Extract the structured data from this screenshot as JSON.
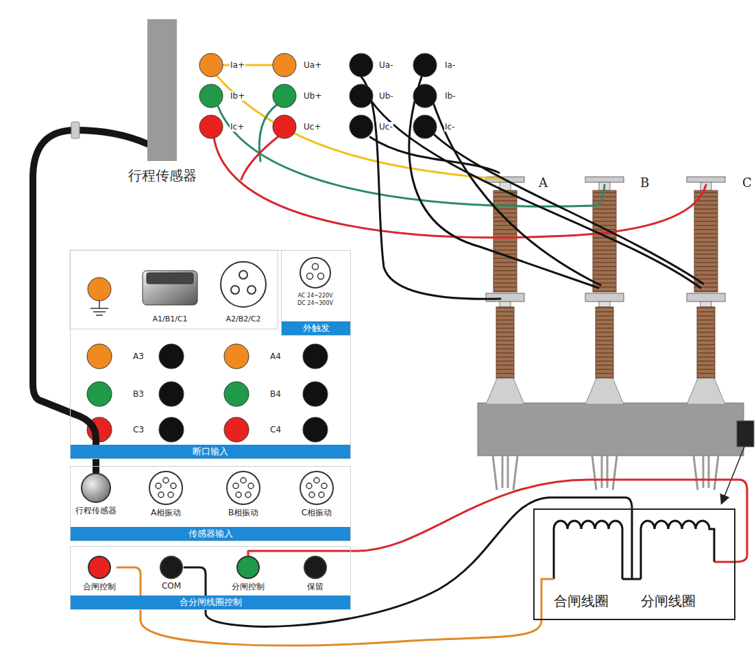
{
  "diagram": {
    "nodes": [
      {
        "text": [
          "行程传感器"
        ]
      },
      {
        "text": [
          "断口输入"
        ]
      },
      {
        "text": [
          "外触发"
        ],
        "in": 1
      },
      {
        "text": [
          "传感器输入"
        ]
      },
      {
        "text": [
          "行程传感器"
        ],
        "in": 3
      },
      {
        "text": [
          "A相振动"
        ],
        "in": 3
      },
      {
        "text": [
          "B相振动"
        ],
        "in": 3
      },
      {
        "text": [
          "C相振动"
        ],
        "in": 3
      },
      {
        "text": [
          "合分闸线圈控制"
        ]
      },
      {
        "text": [
          "合闸控制"
        ],
        "in": 8
      },
      {
        "text": [
          "COM"
        ],
        "in": 8
      },
      {
        "text": [
          "分闸控制"
        ],
        "in": 8
      },
      {
        "text": [
          "保留"
        ],
        "in": 8
      },
      {
        "text": [
          "合闸线圈",
          "分闸线圈"
        ]
      }
    ],
    "edges": [
      {
        "from": 4,
        "to": 0,
        "arrow": "none"
      },
      {
        "from": 9,
        "to": 13,
        "arrow": "none"
      },
      {
        "from": 10,
        "to": 13,
        "arrow": "none"
      },
      {
        "from": 11,
        "to": 13,
        "arrow": "none"
      }
    ],
    "labels": [
      "Ia+",
      "Ua+",
      "Ua-",
      "Ia-",
      "Ib+",
      "Ub+",
      "Ub-",
      "Ib-",
      "Ic+",
      "Uc+",
      "Uc-",
      "Ic-",
      "A",
      "B",
      "C",
      "A1/B1/C1",
      "A2/B2/C2",
      "AC 24~220V",
      "DC 24~300V",
      "A3",
      "A4",
      "B3",
      "B4",
      "C3",
      "C4"
    ]
  }
}
